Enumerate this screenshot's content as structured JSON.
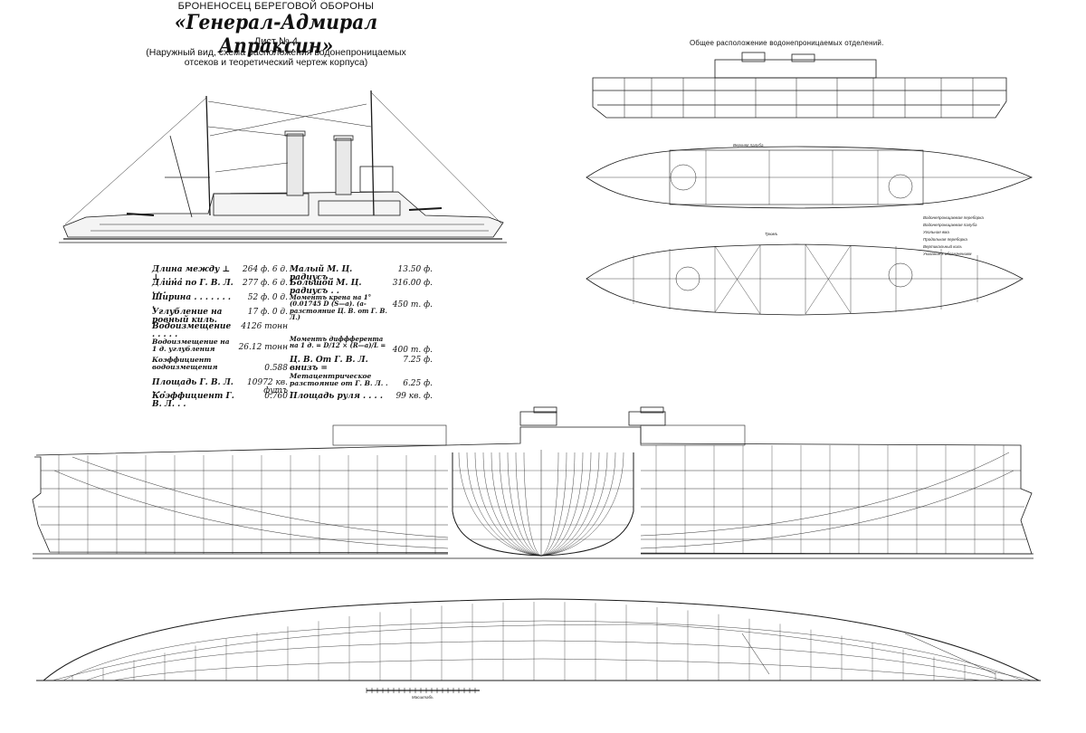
{
  "header": {
    "kicker": "БРОНЕНОСЕЦ БЕРЕГОВОЙ ОБОРОНЫ",
    "title": "«Генерал-Адмирал Апраксин»",
    "sheet": "Лист № 4",
    "subtitle_line1": "(Наружный вид, схема расположения водонепроницаемых",
    "subtitle_line2": "отсеков и теоретический чертеж корпуса)"
  },
  "specs_left": [
    {
      "label": "Длина между ⊥ ⊥ . . . .",
      "value": "264 ф. 6 д."
    },
    {
      "label": "Длина по Г. В. Л. . . .",
      "value": "277 ф. 6 д."
    },
    {
      "label": "Ширина . . . . . . . .",
      "value": "52 ф. 0 д."
    },
    {
      "label": "Углубление на ровный киль.",
      "value": "17 ф. 0 д."
    },
    {
      "label": "Водоизмещение . . . . .",
      "value": "4126 тонн"
    },
    {
      "label": "Водоизмещение на 1 д. углубления",
      "value": "26.12 тонн"
    },
    {
      "label": "Коэффициент водоизмещения",
      "value": "0.588"
    },
    {
      "label": "Площадь Г. В. Л. . . .",
      "value": "10972 кв. футъ"
    },
    {
      "label": "Коэффициент Г. В. Л. . .",
      "value": "0.760"
    }
  ],
  "specs_right": [
    {
      "label": "Малый М. Ц. радиусъ . .",
      "value": "13.50 ф."
    },
    {
      "label": "Большой М. Ц. радиусъ . .",
      "value": "316.00 ф."
    },
    {
      "label": "Моментъ крена на 1° (0.01745 D (S—a). (a-разстояние Ц. В. от Г. В. Л.)",
      "value": "450 т. ф."
    },
    {
      "label": "Моментъ диффферента на 1 д. = D/12 × (R—a)/L =",
      "value": "400 т. ф."
    },
    {
      "label": "Ц. В. От Г. В. Л. внизъ =",
      "value": "7.25 ф."
    },
    {
      "label": "Метацентрическое разстояние от Г. В. Л. . .",
      "value": "6.25 ф."
    },
    {
      "label": "Площадь руля . . . .",
      "value": "99 кв. ф."
    }
  ],
  "watertight_title": "Общее расположение водонепроницаемых отделений.",
  "labels": {
    "upper_plan": "Верхняя палуба",
    "lower_plan": "Трюмъ"
  },
  "legend": [
    "Водонепроницаемая переборка",
    "Водонепроницаемая палуба",
    "Угольная яма",
    "Продольная переборка",
    "Вертикальный киль",
    "Указания к обозначениям"
  ],
  "scale_label": "Масштабъ"
}
